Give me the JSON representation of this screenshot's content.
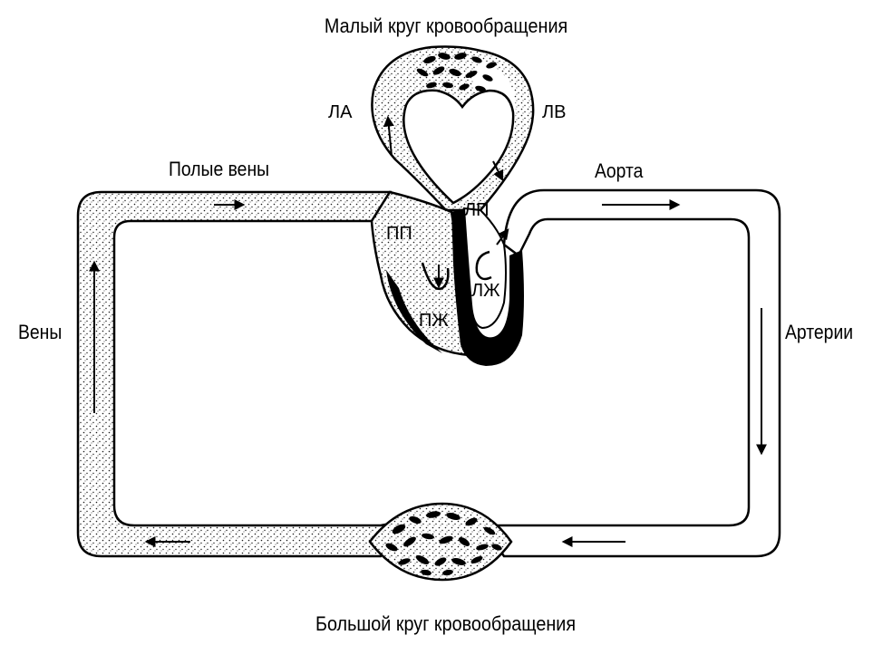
{
  "labels": {
    "pulmonary_circulation": "Малый круг кровообращения",
    "systemic_circulation": "Большой круг кровообращения",
    "venae_cavae": "Полые вены",
    "aorta": "Аорта",
    "veins": "Вены",
    "arteries": "Артерии",
    "pulmonary_artery": "ЛА",
    "pulmonary_vein": "ЛВ",
    "right_atrium": "ПП",
    "left_atrium": "ЛП",
    "right_ventricle": "ПЖ",
    "left_ventricle": "ЛЖ"
  },
  "colors": {
    "ink": "#000000",
    "paper": "#ffffff",
    "stipple": "#1a1a1a"
  }
}
